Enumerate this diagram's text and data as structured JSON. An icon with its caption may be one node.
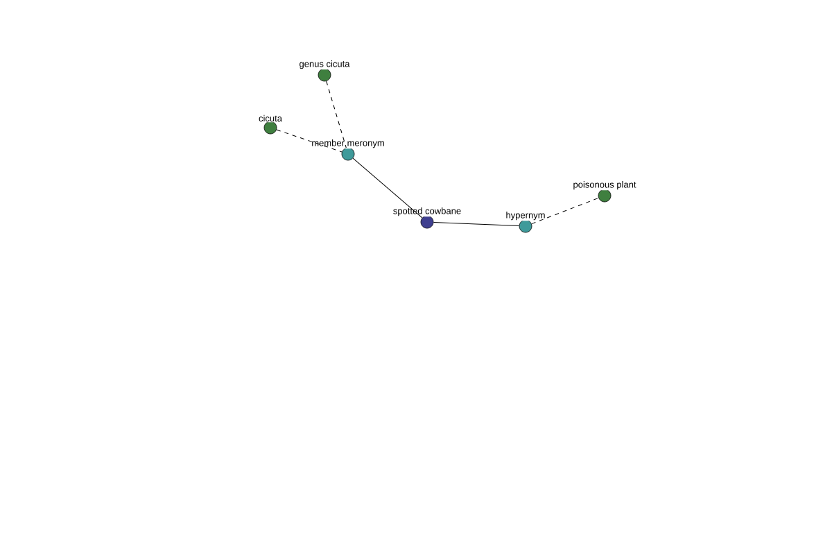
{
  "diagram": {
    "nodes": [
      {
        "text": [
          "genus cicuta"
        ]
      },
      {
        "text": [
          "cicuta"
        ]
      },
      {
        "text": [
          "member meronym"
        ]
      },
      {
        "text": [
          "spotted cowbane"
        ]
      },
      {
        "text": [
          "hypernym"
        ]
      },
      {
        "text": [
          "poisonous plant"
        ]
      }
    ],
    "edges": [
      {
        "from": 0,
        "to": 2,
        "arrow": "none",
        "style": "dashed"
      },
      {
        "from": 1,
        "to": 2,
        "arrow": "none",
        "style": "dashed"
      },
      {
        "from": 2,
        "to": 3,
        "arrow": "none"
      },
      {
        "from": 3,
        "to": 4,
        "arrow": "none"
      },
      {
        "from": 4,
        "to": 5,
        "arrow": "none",
        "style": "dashed"
      }
    ]
  }
}
